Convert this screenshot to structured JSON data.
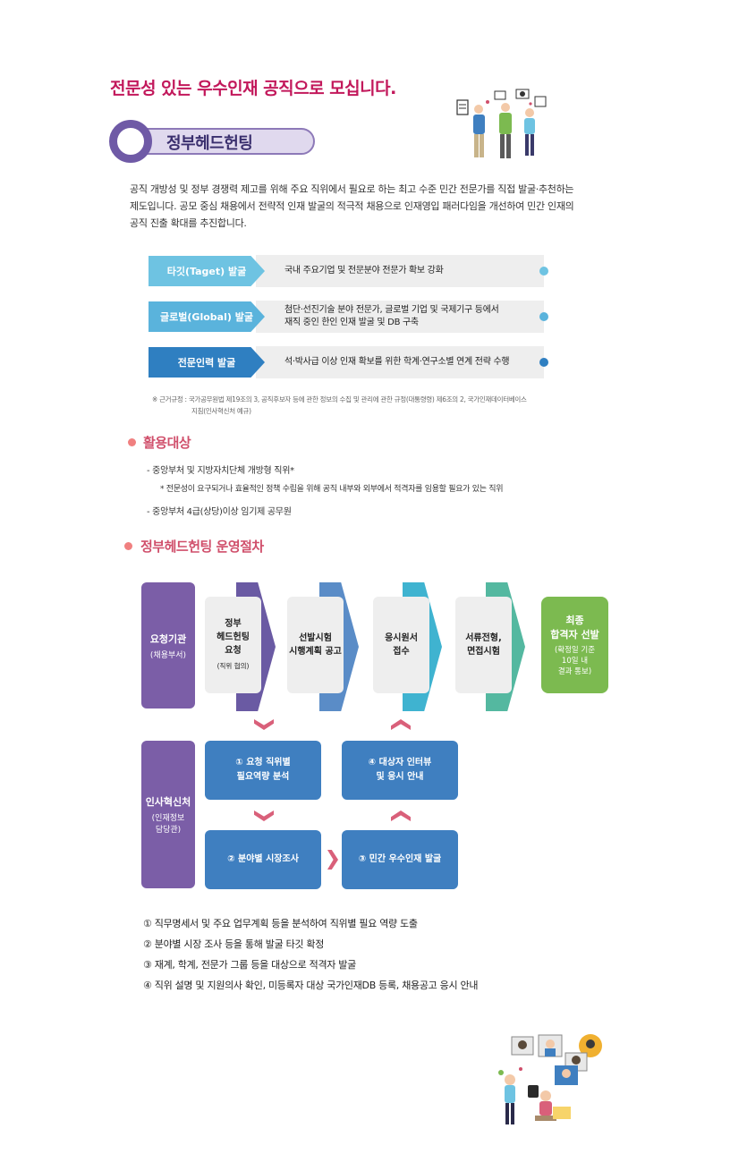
{
  "headline": "전문성 있는 우수인재 공직으로 모십니다.",
  "section_title": "정부헤드헌팅",
  "intro": [
    "공직 개방성 및 정부 경쟁력 제고를 위해 주요 직위에서 필요로 하는 최고 수준 민간 전문가를 직접 발굴·추천하는",
    "제도입니다. 공모 중심 채용에서 전략적 인재 발굴의 적극적 채용으로 인재영입 패러다임을 개선하여 민간 인재의",
    "공직 진출 확대를 추진합니다."
  ],
  "objectives": [
    {
      "tag": "타깃(Taget) 발굴",
      "text": "국내 주요기업 및 전문분야 전문가 확보 강화",
      "color": "#6ec3e2",
      "dot": "#6ec3e2"
    },
    {
      "tag": "글로벌(Global) 발굴",
      "lines": [
        "첨단·선진기술 분야 전문가, 글로벌 기업 및 국제기구 등에서",
        "재직 중인 한인 인재 발굴 및 DB 구축"
      ],
      "color": "#5ab3dc",
      "dot": "#5ab3dc"
    },
    {
      "tag": "전문인력 발굴",
      "text": "석·박사급 이상 인재 확보를 위한 학계·연구소별 연계 전략 수행",
      "color": "#2f7fc1",
      "dot": "#2f7fc1"
    }
  ],
  "basis": [
    "※ 근거규정 : 국가공무원법 제19조의 3, 공직후보자 등에 관한 정보의 수집 및 관리에 관한 규정(대통령령) 제6조의 2, 국가인재데이터베이스",
    "지침(인사혁신처 예규)"
  ],
  "targets": {
    "title": "활용대상",
    "line1": "-  중앙부처 및 지방자치단체 개방형 직위*",
    "line1_note": "* 전문성이 요구되거나 효율적인 정책 수립을 위해 공직 내부와 외부에서 적격자를 임용할 필요가 있는 직위",
    "line2": "-  중앙부처 4급(상당)이상 임기제 공무원"
  },
  "procedure": {
    "title": "정부헤드헌팅 운영절차",
    "requester": {
      "title": "요청기관",
      "sub": "(채용부서)"
    },
    "mpm": {
      "title": "인사혁신처",
      "sub1": "(인재정보",
      "sub2": "담당관)"
    },
    "steps": [
      {
        "l1": "정부",
        "l2": "헤드헌팅",
        "l3": "요청",
        "sub": "(직위 협의)"
      },
      {
        "l1": "선발시험",
        "l2": "시행계획 공고"
      },
      {
        "l1": "응시원서",
        "l2": "접수"
      },
      {
        "l1": "서류전형,",
        "l2": "면접시험"
      }
    ],
    "final": {
      "l1": "최종",
      "l2": "합격자 선발",
      "s1": "(확정일 기준",
      "s2": "10일 내",
      "s3": "결과 통보)"
    },
    "tasks": [
      {
        "l1": "① 요청 직위별",
        "l2": "필요역량 분석"
      },
      {
        "l1": "② 분야별 시장조사"
      },
      {
        "l1": "③ 민간 우수인재 발굴"
      },
      {
        "l1": "④ 대상자 인터뷰",
        "l2": "및 응시 안내"
      }
    ]
  },
  "notes": [
    "① 직무명세서 및 주요 업무계획 등을 분석하여 직위별 필요 역량 도출",
    "② 분야별 시장 조사 등을 통해 발굴 타깃 확정",
    "③ 재계, 학계, 전문가 그룹 등을 대상으로 적격자 발굴",
    "④ 직위 설명 및 지원의사 확인, 미등록자 대상 국가인재DB 등록, 채용공고 응시 안내"
  ],
  "colors": {
    "headline": "#c2185b",
    "purple": "#7b5ea7",
    "chev1": "#6a5aa3",
    "chev2": "#5a8cc7",
    "chev3": "#3fb3d0",
    "chev4": "#54b8a0",
    "final": "#7cba50",
    "task_blue": "#3f7fc0",
    "arrow": "#d9607a"
  }
}
